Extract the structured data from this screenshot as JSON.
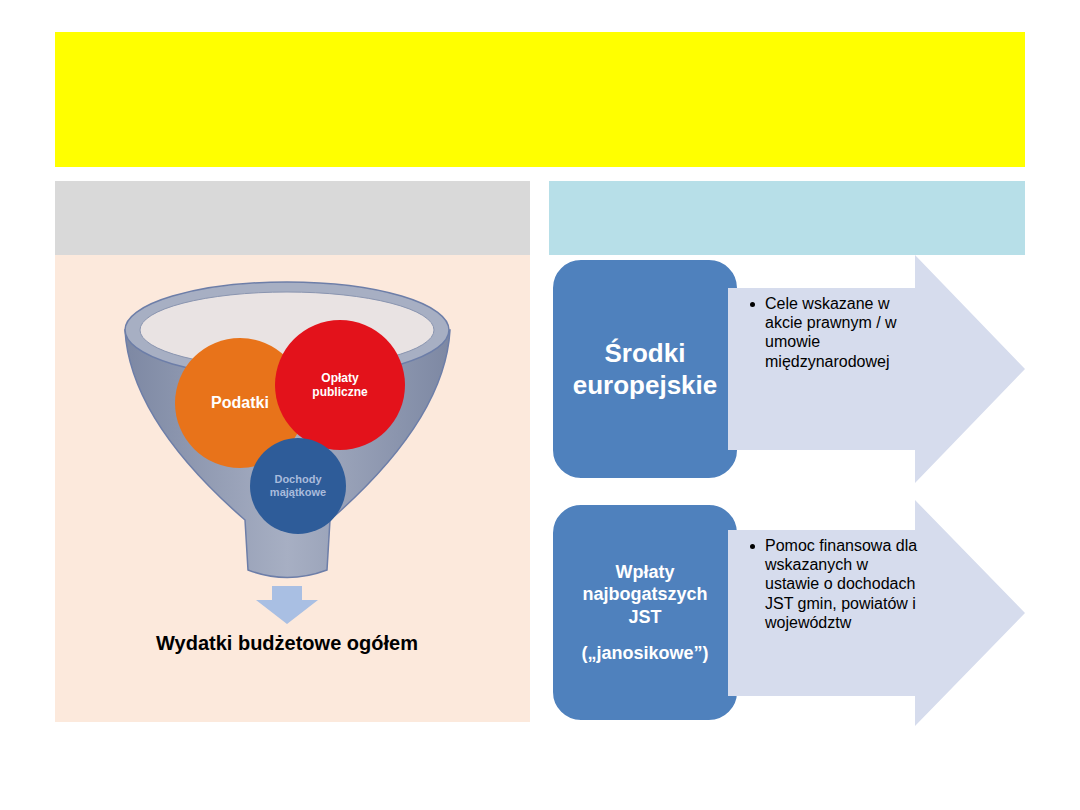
{
  "diagram": {
    "nodes": [
      {
        "text": [
          "Podatki"
        ]
      },
      {
        "text": [
          "Opłaty publiczne"
        ]
      },
      {
        "text": [
          "Dochody majątkowe"
        ]
      },
      {
        "text": [
          "Środki europejskie"
        ]
      },
      {
        "text": [
          "Cele wskazane w akcie prawnym / w umowie międzynarodowej"
        ]
      },
      {
        "text": [
          "Wpłaty najbogatszych JST",
          "(„janosikowe”)"
        ]
      },
      {
        "text": [
          "Pomoc finansowa dla wskazanych w ustawie o dochodach JST gmin, powiatów i województw"
        ]
      }
    ],
    "labels": [
      "Wydatki budżetowe ogółem"
    ]
  }
}
